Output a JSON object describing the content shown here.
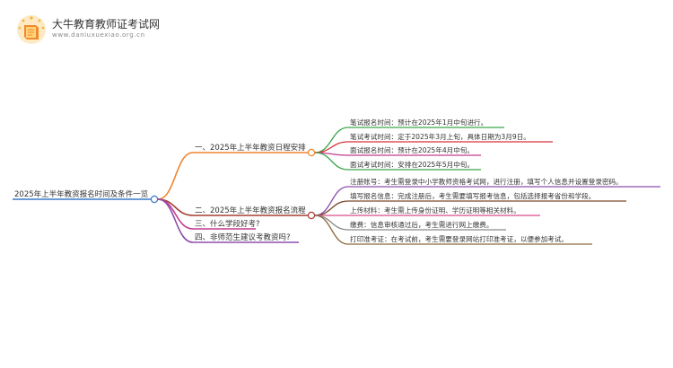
{
  "header": {
    "site_title": "大牛教育教师证考试网",
    "site_url": "www.daniuxuexiao.org.cn",
    "logo": "book-logo-icon"
  },
  "mindmap": {
    "root": "2025年上半年教资报名时间及条件一览",
    "branches": [
      {
        "label": "一、2025年上半年教资日程安排",
        "color": "#f0832b",
        "children": [
          {
            "text": "笔试报名时间：预计在2025年1月中旬进行。",
            "color": "#3aa64a"
          },
          {
            "text": "笔试考试时间：定于2025年3月上旬，具体日期为3月9日。",
            "color": "#d6343a"
          },
          {
            "text": "面试报名时间：预计在2025年4月中旬。",
            "color": "#c33a8f"
          },
          {
            "text": "面试考试时间：安排在2025年5月中旬。",
            "color": "#3aa64a"
          }
        ]
      },
      {
        "label": "二、2025年上半年教资报名流程",
        "color": "#a63d34",
        "children": [
          {
            "text": "注册账号：考生需登录中小学教师资格考试网，进行注册，填写个人信息并设置登录密码。",
            "color": "#8e4fb0"
          },
          {
            "text": "填写报名信息：完成注册后，考生需要填写报考信息，包括选择报考省份和学段。",
            "color": "#7a4a2a"
          },
          {
            "text": "上传材料：考生需上传身份证明、学历证明等相关材料。",
            "color": "#d84a8e"
          },
          {
            "text": "缴费：信息审核通过后，考生需进行网上缴费。",
            "color": "#8a8a8a"
          },
          {
            "text": "打印准考证：在考试前，考生需要登录网站打印准考证，以便参加考试。",
            "color": "#8a6a3a"
          }
        ]
      },
      {
        "label": "三、什么学段好考?",
        "color": "#c33a8f",
        "children": []
      },
      {
        "label": "四、非师范生建议考教资吗?",
        "color": "#8e4fb0",
        "children": []
      }
    ]
  }
}
